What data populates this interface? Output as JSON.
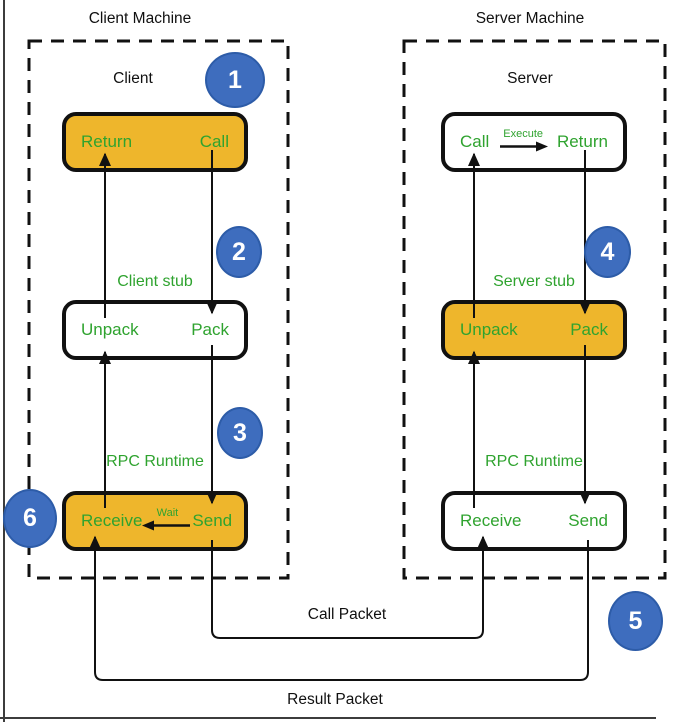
{
  "client": {
    "machine_title": "Client Machine",
    "label": "Client",
    "app_box": {
      "left": "Return",
      "right": "Call"
    },
    "stub_title": "Client stub",
    "stub_box": {
      "left": "Unpack",
      "right": "Pack"
    },
    "runtime_title": "RPC Runtime",
    "runtime_box": {
      "left": "Receive",
      "middle": "Wait",
      "right": "Send"
    }
  },
  "server": {
    "machine_title": "Server Machine",
    "label": "Server",
    "app_box": {
      "left": "Call",
      "middle": "Execute",
      "right": "Return"
    },
    "stub_title": "Server stub",
    "stub_box": {
      "left": "Unpack",
      "right": "Pack"
    },
    "runtime_title": "RPC Runtime",
    "runtime_box": {
      "left": "Receive",
      "right": "Send"
    }
  },
  "packets": {
    "call": "Call Packet",
    "result": "Result Packet"
  },
  "steps": {
    "s1": "1",
    "s2": "2",
    "s3": "3",
    "s4": "4",
    "s5": "5",
    "s6": "6"
  },
  "colors": {
    "box_yellow": "#eeb62c",
    "text_green": "#2fa32f",
    "step_blue": "#3e6dbe",
    "line_black": "#111111"
  }
}
